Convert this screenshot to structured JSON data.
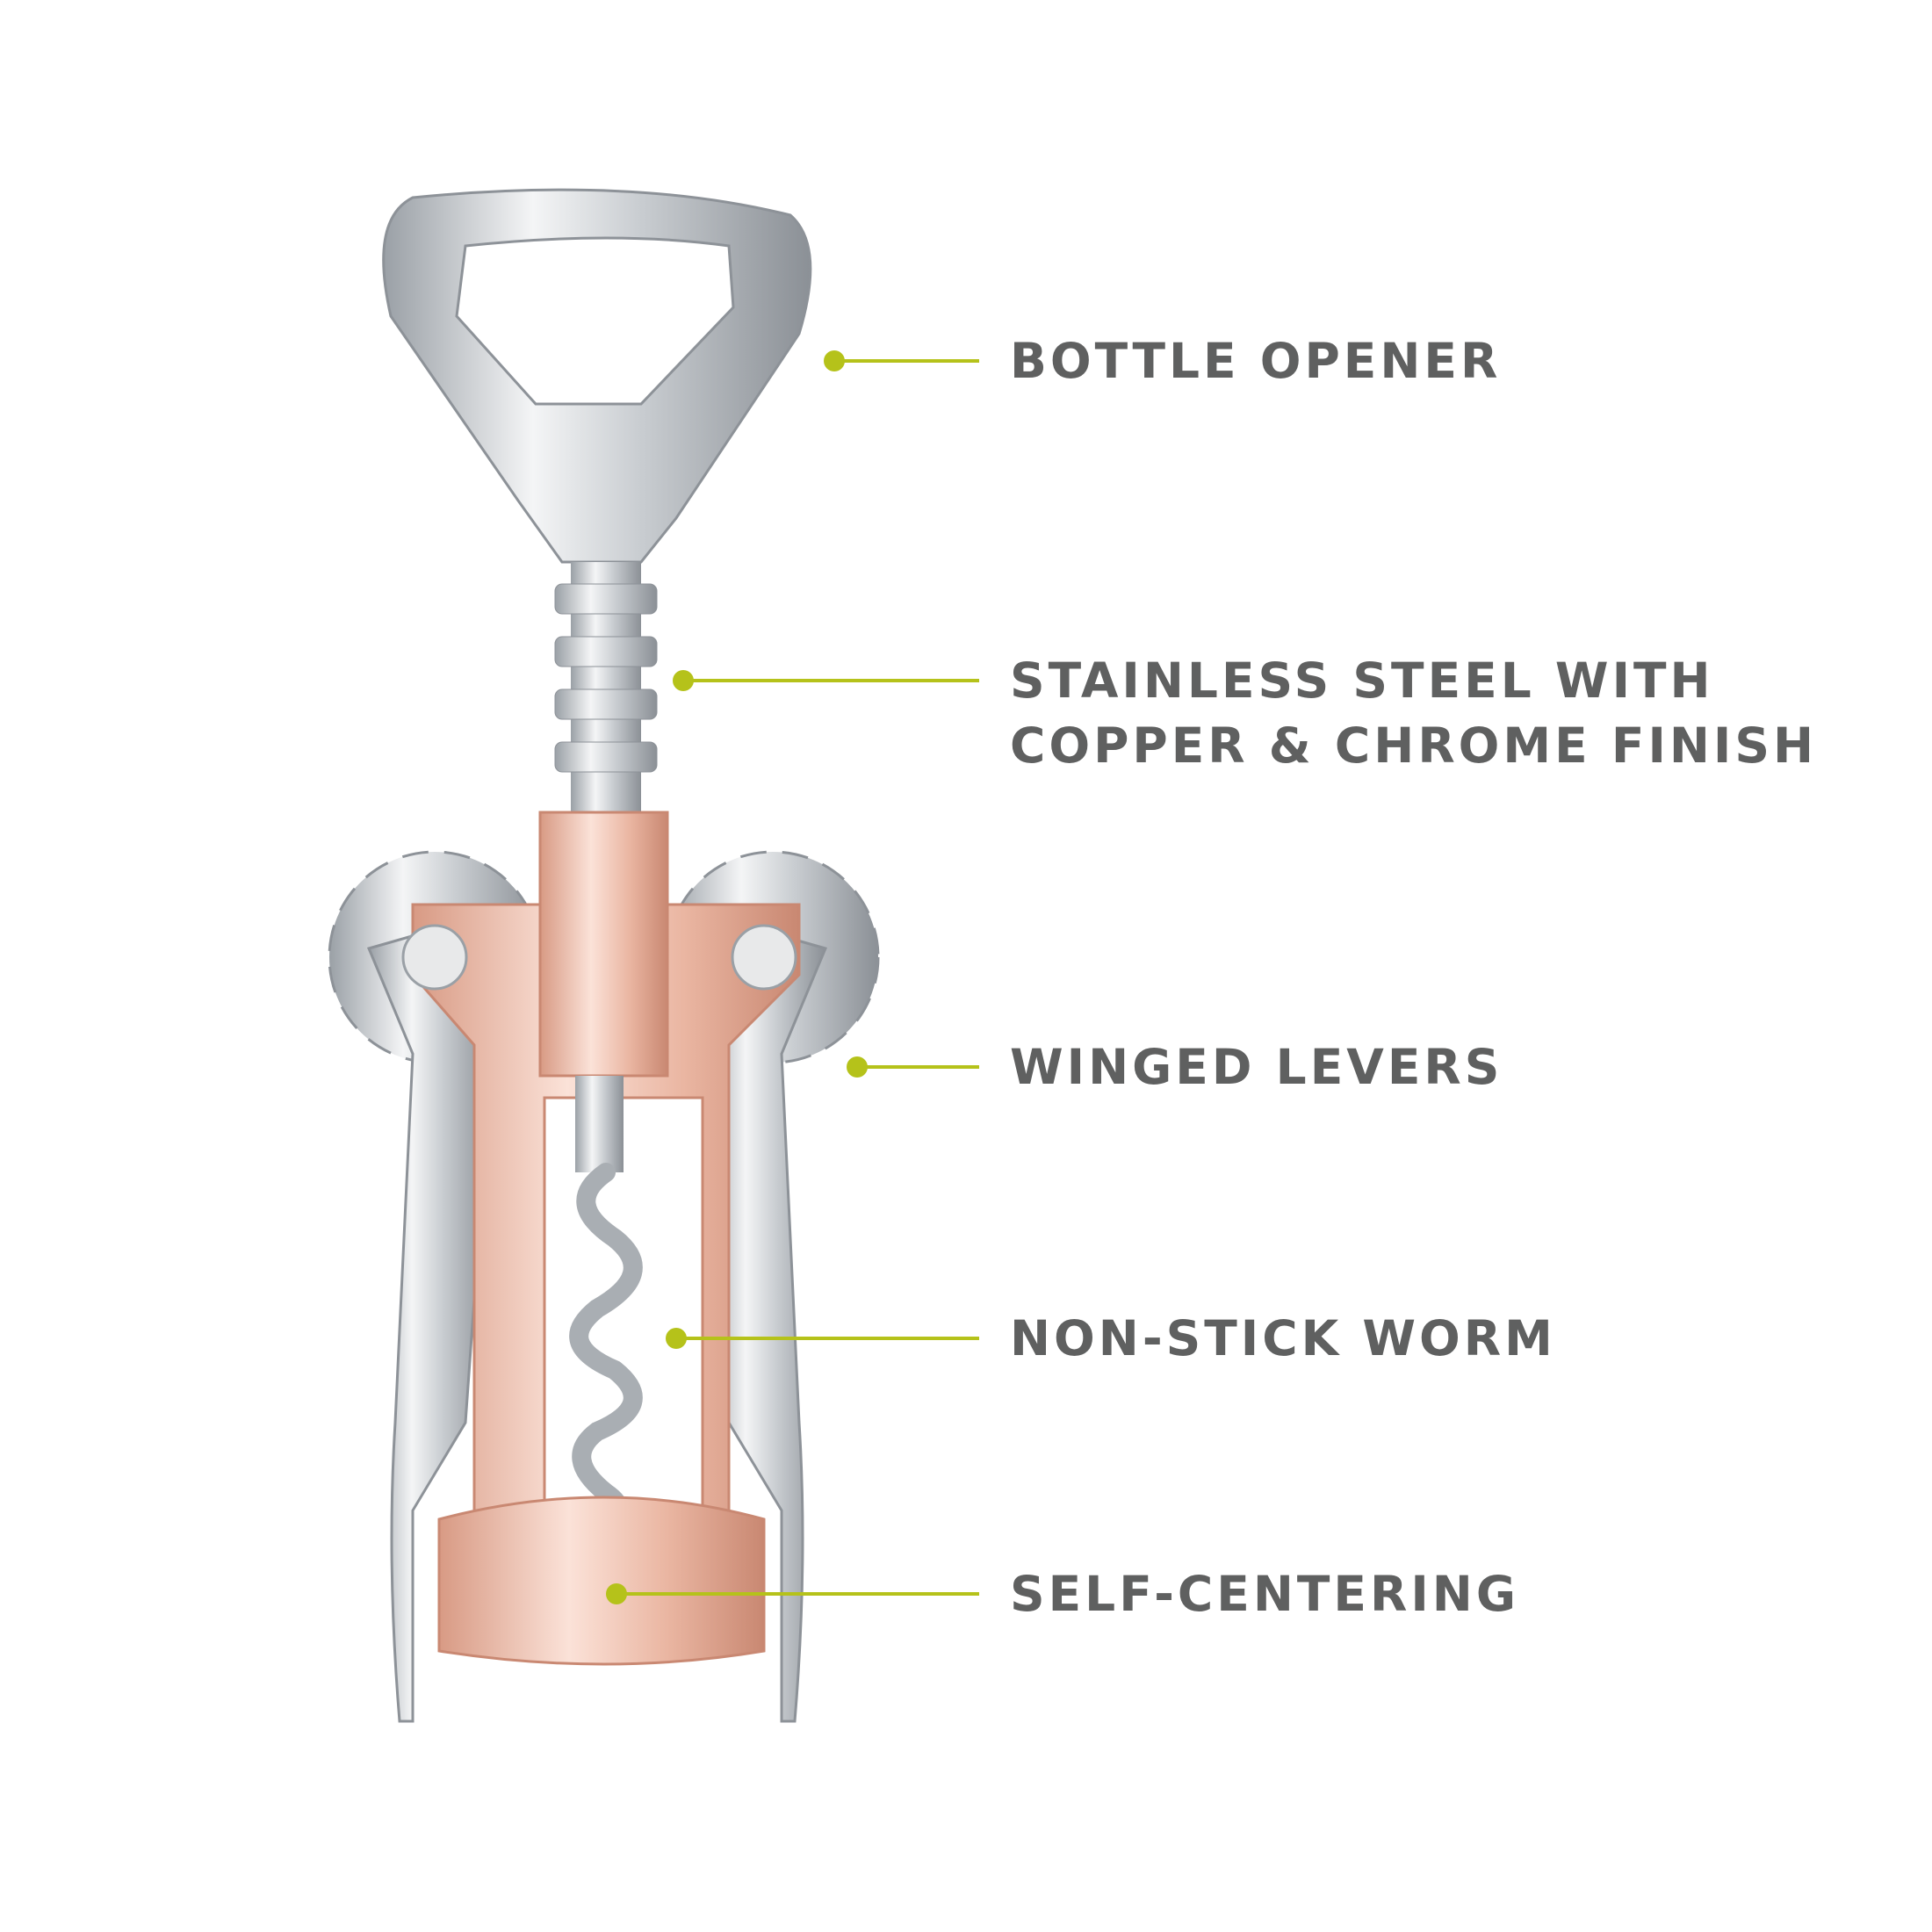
{
  "callouts": [
    {
      "lines": [
        "BOTTLE OPENER"
      ]
    },
    {
      "lines": [
        "STAINLESS STEEL WITH",
        "COPPER & CHROME FINISH"
      ]
    },
    {
      "lines": [
        "WINGED LEVERS"
      ]
    },
    {
      "lines": [
        "NON-STICK WORM"
      ]
    },
    {
      "lines": [
        "SELF-CENTERING"
      ]
    }
  ],
  "colors": {
    "accent": "#b5c21a",
    "text": "#5f6060",
    "chrome": "#d9dcdf",
    "copper": "#f0c2b0"
  }
}
